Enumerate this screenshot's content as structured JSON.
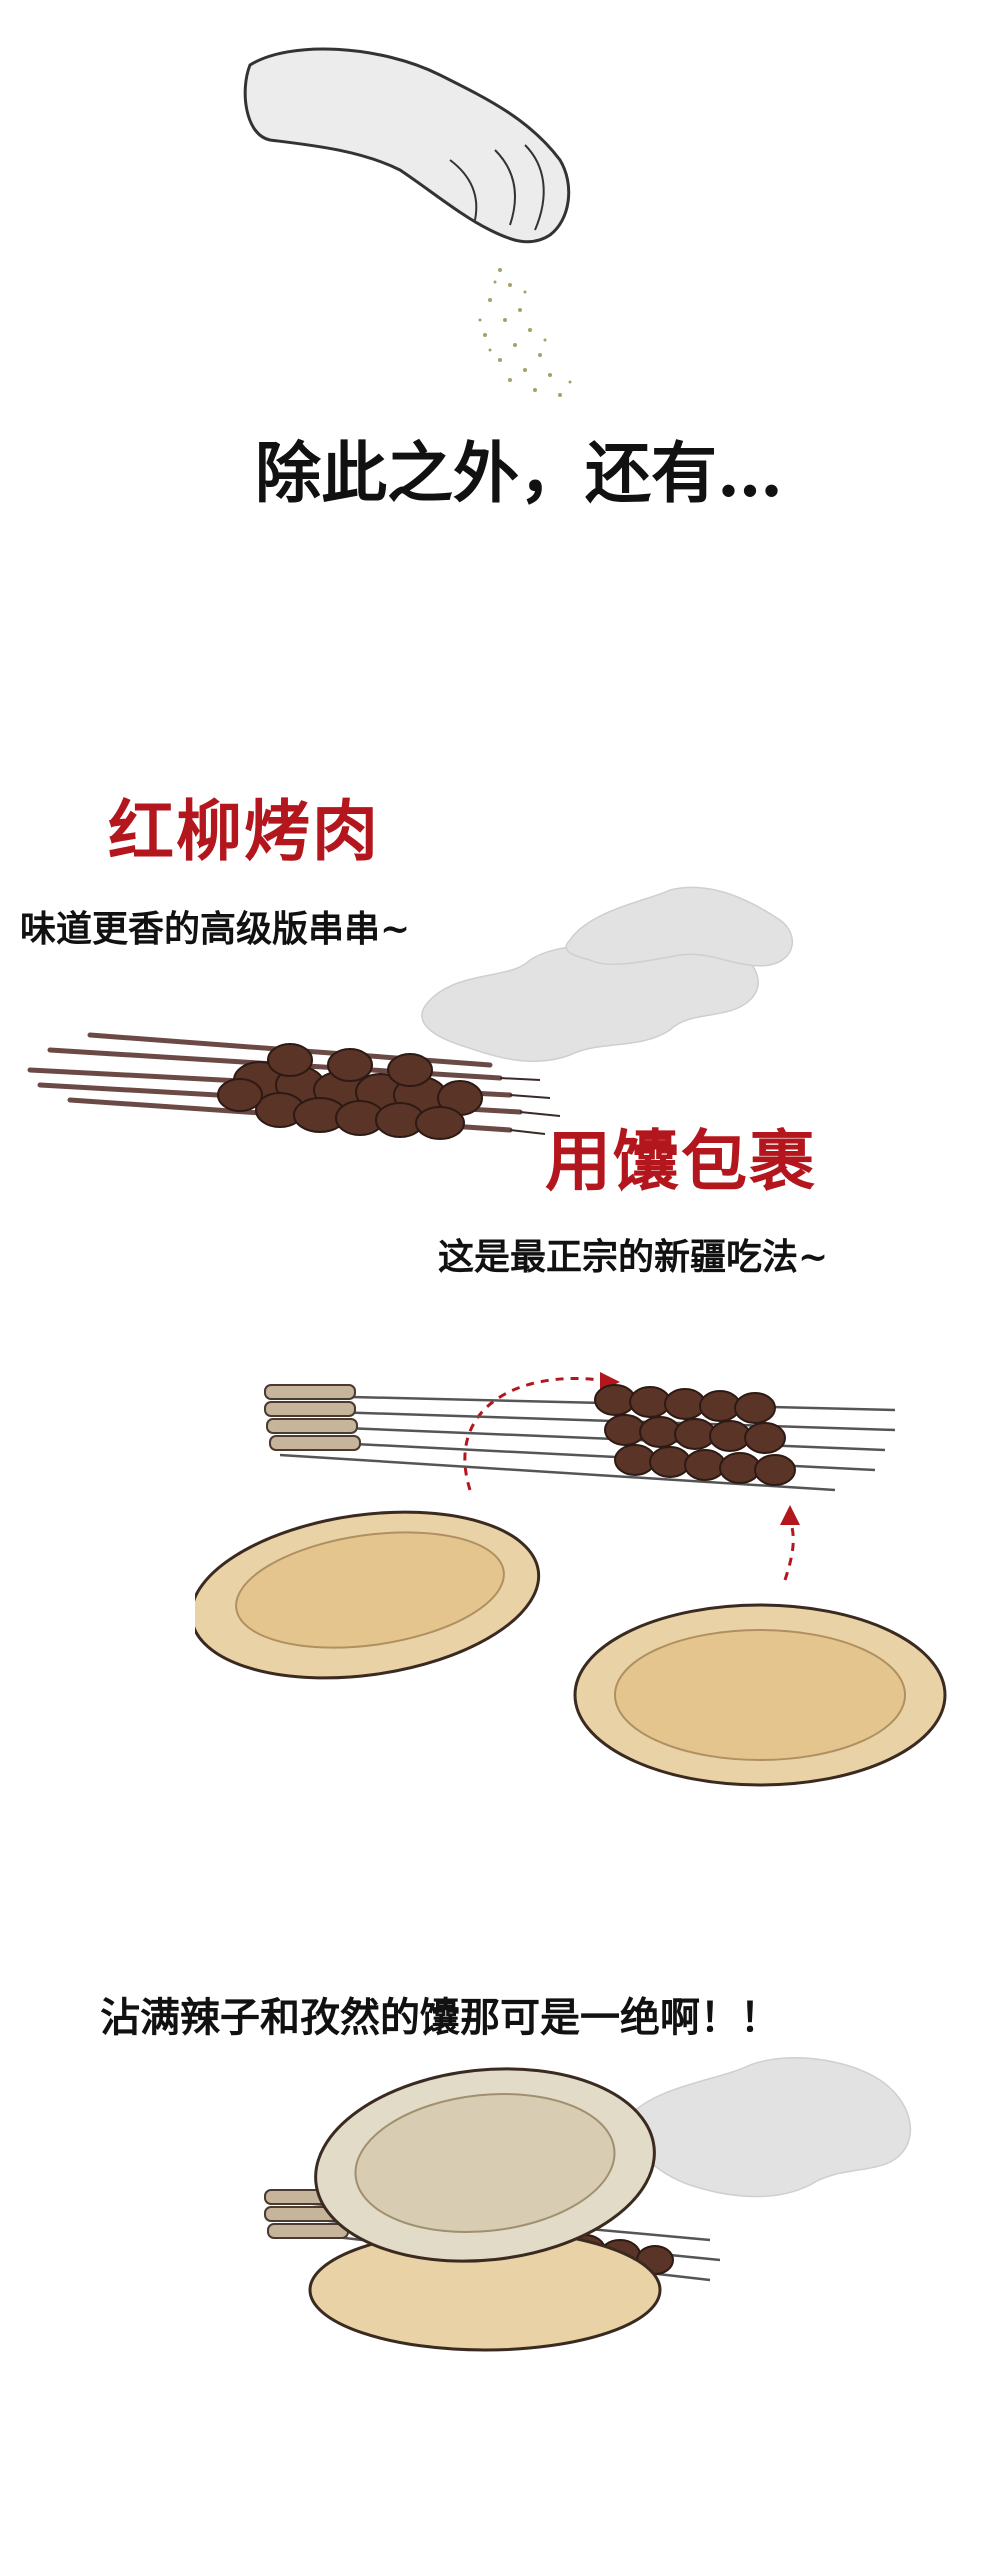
{
  "headline": "除此之外，还有…",
  "section1": {
    "title": "红柳烤肉",
    "subtitle": "味道更香的高级版串串~"
  },
  "section2": {
    "title": "用馕包裹",
    "subtitle": "这是最正宗的新疆吃法~"
  },
  "section3": {
    "caption": "沾满辣子和孜然的馕那可是一绝啊！！"
  },
  "colors": {
    "accent_red": "#b3161c",
    "bread": "#e9d3a6",
    "meat": "#5a3426",
    "skewer": "#6b4a46",
    "smoke": "#dcdcdc"
  }
}
